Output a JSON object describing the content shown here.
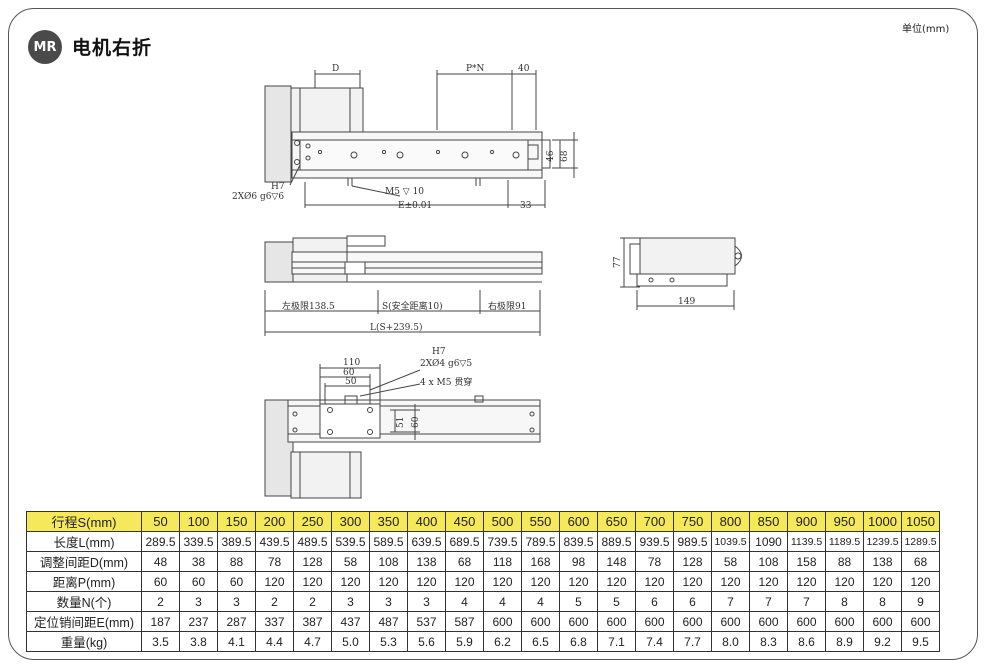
{
  "page": {
    "badge": "MR",
    "title": "电机右折",
    "unit": "单位(mm)"
  },
  "drawing": {
    "top_view": {
      "dim_d": "D",
      "dim_pn": "P*N",
      "dim_40": "40",
      "dim_46": "46",
      "dim_68": "68",
      "h7": "H7",
      "pin_hole": "2XØ6 g6▽6",
      "m5": "M5 ▽ 10",
      "dim_e": "E±0.01",
      "dim_33": "33"
    },
    "side_view": {
      "left_limit": "左极限138.5",
      "stroke": "S(安全距离10)",
      "right_limit": "右极限91",
      "length": "L(S+239.5)"
    },
    "end_view": {
      "dim_77": "77",
      "dim_149": "149"
    },
    "bottom_view": {
      "dim_110": "110",
      "dim_60": "60",
      "dim_50": "50",
      "h7": "H7",
      "pin_hole": "2XØ4 g6▽5",
      "through": "4 x  M5  贯穿",
      "dim_51": "51",
      "dim_60v": "60"
    }
  },
  "table": {
    "rows": [
      {
        "label": "行程S(mm)",
        "values": [
          "50",
          "100",
          "150",
          "200",
          "250",
          "300",
          "350",
          "400",
          "450",
          "500",
          "550",
          "600",
          "650",
          "700",
          "750",
          "800",
          "850",
          "900",
          "950",
          "1000",
          "1050"
        ]
      },
      {
        "label": "长度L(mm)",
        "values": [
          "289.5",
          "339.5",
          "389.5",
          "439.5",
          "489.5",
          "539.5",
          "589.5",
          "639.5",
          "689.5",
          "739.5",
          "789.5",
          "839.5",
          "889.5",
          "939.5",
          "989.5",
          "1039.5",
          "1090",
          "1139.5",
          "1189.5",
          "1239.5",
          "1289.5"
        ]
      },
      {
        "label": "调整间距D(mm)",
        "values": [
          "48",
          "38",
          "88",
          "78",
          "128",
          "58",
          "108",
          "138",
          "68",
          "118",
          "168",
          "98",
          "148",
          "78",
          "128",
          "58",
          "108",
          "158",
          "88",
          "138",
          "68"
        ]
      },
      {
        "label": "距离P(mm)",
        "values": [
          "60",
          "60",
          "60",
          "120",
          "120",
          "120",
          "120",
          "120",
          "120",
          "120",
          "120",
          "120",
          "120",
          "120",
          "120",
          "120",
          "120",
          "120",
          "120",
          "120",
          "120"
        ]
      },
      {
        "label": "数量N(个)",
        "values": [
          "2",
          "3",
          "3",
          "2",
          "2",
          "3",
          "3",
          "3",
          "4",
          "4",
          "4",
          "5",
          "5",
          "6",
          "6",
          "7",
          "7",
          "7",
          "8",
          "8",
          "9"
        ]
      },
      {
        "label": "定位销间距E(mm)",
        "values": [
          "187",
          "237",
          "287",
          "337",
          "387",
          "437",
          "487",
          "537",
          "587",
          "600",
          "600",
          "600",
          "600",
          "600",
          "600",
          "600",
          "600",
          "600",
          "600",
          "600",
          "600"
        ]
      },
      {
        "label": "重量(kg)",
        "values": [
          "3.5",
          "3.8",
          "4.1",
          "4.4",
          "4.7",
          "5.0",
          "5.3",
          "5.6",
          "5.9",
          "6.2",
          "6.5",
          "6.8",
          "7.1",
          "7.4",
          "7.7",
          "8.0",
          "8.3",
          "8.6",
          "8.9",
          "9.2",
          "9.5"
        ]
      }
    ]
  }
}
